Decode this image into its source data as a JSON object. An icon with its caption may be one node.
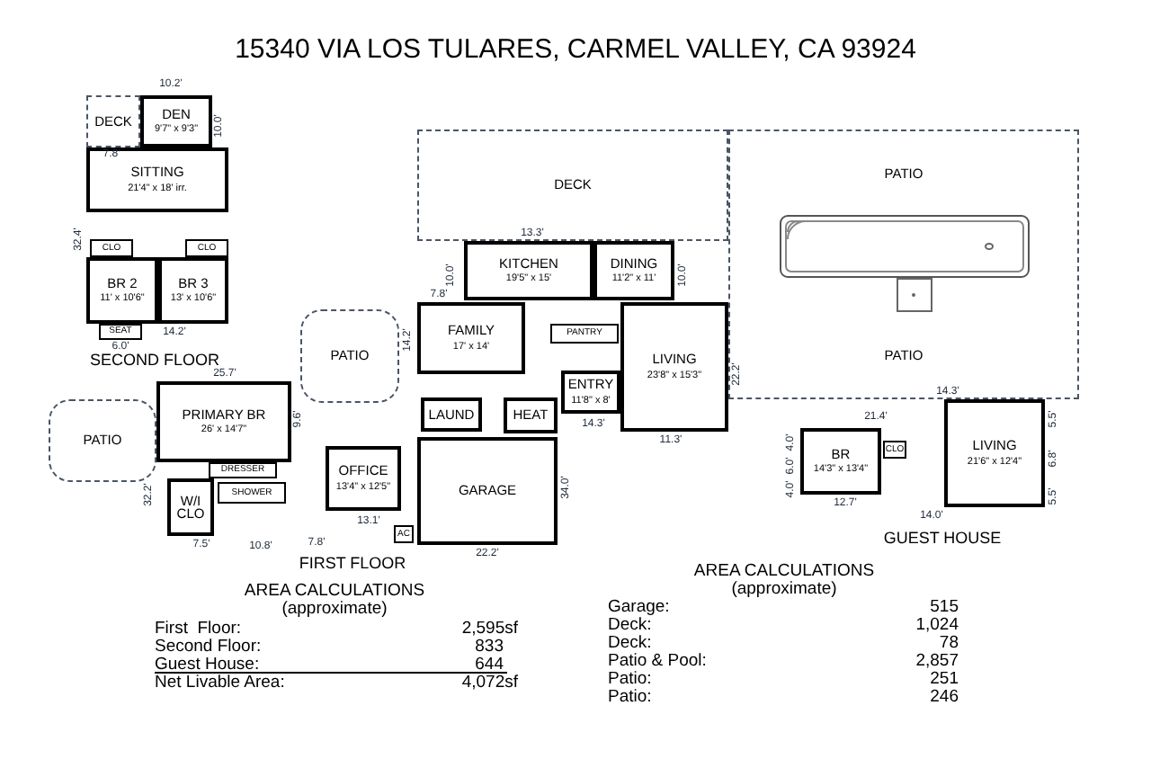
{
  "diagram": {
    "title": "15340 VIA LOS TULARES, CARMEL VALLEY, CA 93924",
    "nodes": [
      {
        "text": [
          "DECK"
        ]
      },
      {
        "text": [
          "DEN",
          "9'7\" x 9'3\""
        ]
      },
      {
        "text": [
          "SITTING",
          "21'4\" x 18' irr."
        ]
      },
      {
        "text": [
          "CLO"
        ]
      },
      {
        "text": [
          "CLO"
        ]
      },
      {
        "text": [
          "BR 2",
          "11' x 10'6\""
        ]
      },
      {
        "text": [
          "BR 3",
          "13' x 10'6\""
        ]
      },
      {
        "text": [
          "SEAT"
        ]
      },
      {
        "text": [
          "PATIO"
        ]
      },
      {
        "text": [
          "PATIO"
        ]
      },
      {
        "text": [
          "PRIMARY BR",
          "26' x 14'7\""
        ]
      },
      {
        "text": [
          "DRESSER"
        ]
      },
      {
        "text": [
          "W/I CLO"
        ]
      },
      {
        "text": [
          "SHOWER"
        ]
      },
      {
        "text": [
          "OFFICE",
          "13'4\" x 12'5\""
        ]
      },
      {
        "text": [
          "AC"
        ]
      },
      {
        "text": [
          "LAUND"
        ]
      },
      {
        "text": [
          "HEAT"
        ]
      },
      {
        "text": [
          "GARAGE"
        ]
      },
      {
        "text": [
          "FAMILY",
          "17' x 14'"
        ]
      },
      {
        "text": [
          "KITCHEN",
          "19'5\" x 15'"
        ]
      },
      {
        "text": [
          "DINING",
          "11'2\" x 11'"
        ]
      },
      {
        "text": [
          "PANTRY"
        ]
      },
      {
        "text": [
          "ENTRY",
          "11'8\" x 8'"
        ]
      },
      {
        "text": [
          "LIVING",
          "23'8\" x 15'3\""
        ]
      },
      {
        "text": [
          "DECK"
        ]
      },
      {
        "text": [
          "PATIO",
          "PATIO"
        ]
      },
      {
        "text": [
          "BR",
          "14'3\" x 13'4\""
        ]
      },
      {
        "text": [
          "CLO"
        ]
      },
      {
        "text": [
          "LIVING",
          "21'6\" x 12'4\""
        ]
      }
    ],
    "labels": [
      "10.2'",
      "10.0'",
      "7.8'",
      "32.4'",
      "14.2'",
      "6.0'",
      "SECOND FLOOR",
      "25.7'",
      "9.6'",
      "32.2'",
      "7.5'",
      "10.8'",
      "7.8'",
      "13.1'",
      "FIRST FLOOR",
      "22.2'",
      "34.0'",
      "13.3'",
      "10.0'",
      "7.8'",
      "14.2'",
      "10.0'",
      "22.2'",
      "14.3'",
      "11.3'",
      "21.4'",
      "14.3'",
      "4.0'",
      "6.0'",
      "4.0'",
      "12.7'",
      "5.5'",
      "6.8'",
      "5.5'",
      "14.0'",
      "GUEST HOUSE",
      "AREA CALCULATIONS",
      "(approximate)",
      "First  Floor:",
      "2,595sf",
      "Second Floor:",
      "833",
      "Guest House:",
      "644",
      "Net Livable Area:",
      "4,072sf",
      "AREA CALCULATIONS",
      "(approximate)",
      "Garage:",
      "515",
      "Deck:",
      "1,024",
      "Deck:",
      "78",
      "Patio & Pool:",
      "2,857",
      "Patio:",
      "251",
      "Patio:",
      "246"
    ]
  }
}
